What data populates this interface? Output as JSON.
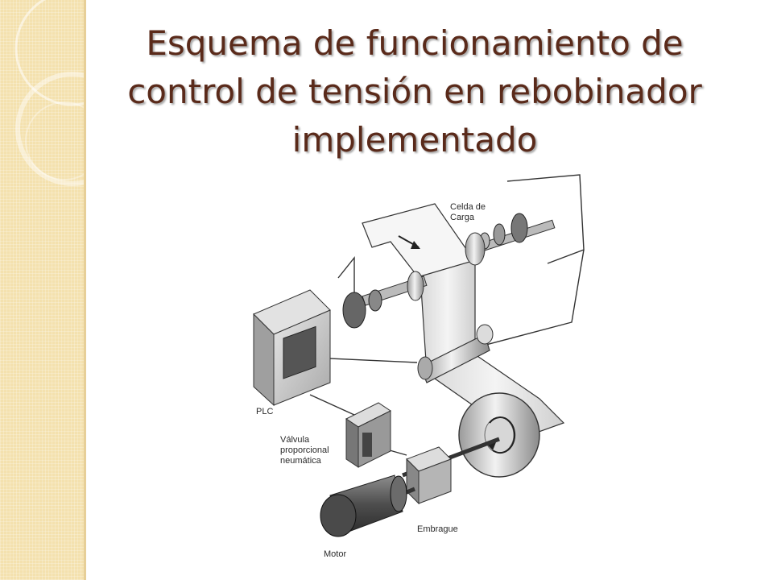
{
  "slide": {
    "title": "Esquema de funcionamiento de control de tensión en rebobinador implementado",
    "accent_color": "#5a2a1a",
    "sidebar_color": "#f4e1ae"
  },
  "diagram": {
    "labels": {
      "load_cell": "Celda de\nCarga",
      "plc": "PLC",
      "valve": "Válvula\nproporcional\nneumática",
      "clutch": "Embrague",
      "motor": "Motor"
    }
  }
}
